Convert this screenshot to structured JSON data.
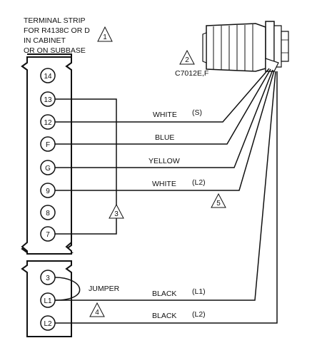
{
  "title_lines": [
    "TERMINAL STRIP",
    "FOR R4138C OR D",
    "IN CABINET",
    "OR ON SUBBASE"
  ],
  "device_label": "C7012E,F",
  "upper_terminals": [
    "14",
    "13",
    "12",
    "F",
    "G",
    "9",
    "8",
    "7"
  ],
  "lower_terminals": [
    "3",
    "L1",
    "L2"
  ],
  "jumper_label": "JUMPER",
  "wires": {
    "white_s": {
      "color": "WHITE",
      "tag": "(S)"
    },
    "blue": {
      "color": "BLUE"
    },
    "yellow": {
      "color": "YELLOW"
    },
    "white_l2": {
      "color": "WHITE",
      "tag": "(L2)"
    },
    "black_l1": {
      "color": "BLACK",
      "tag": "(L1)"
    },
    "black_l2": {
      "color": "BLACK",
      "tag": "(L2)"
    }
  },
  "notes": {
    "n1": "1",
    "n2": "2",
    "n3": "3",
    "n4": "4",
    "n5": "5"
  }
}
